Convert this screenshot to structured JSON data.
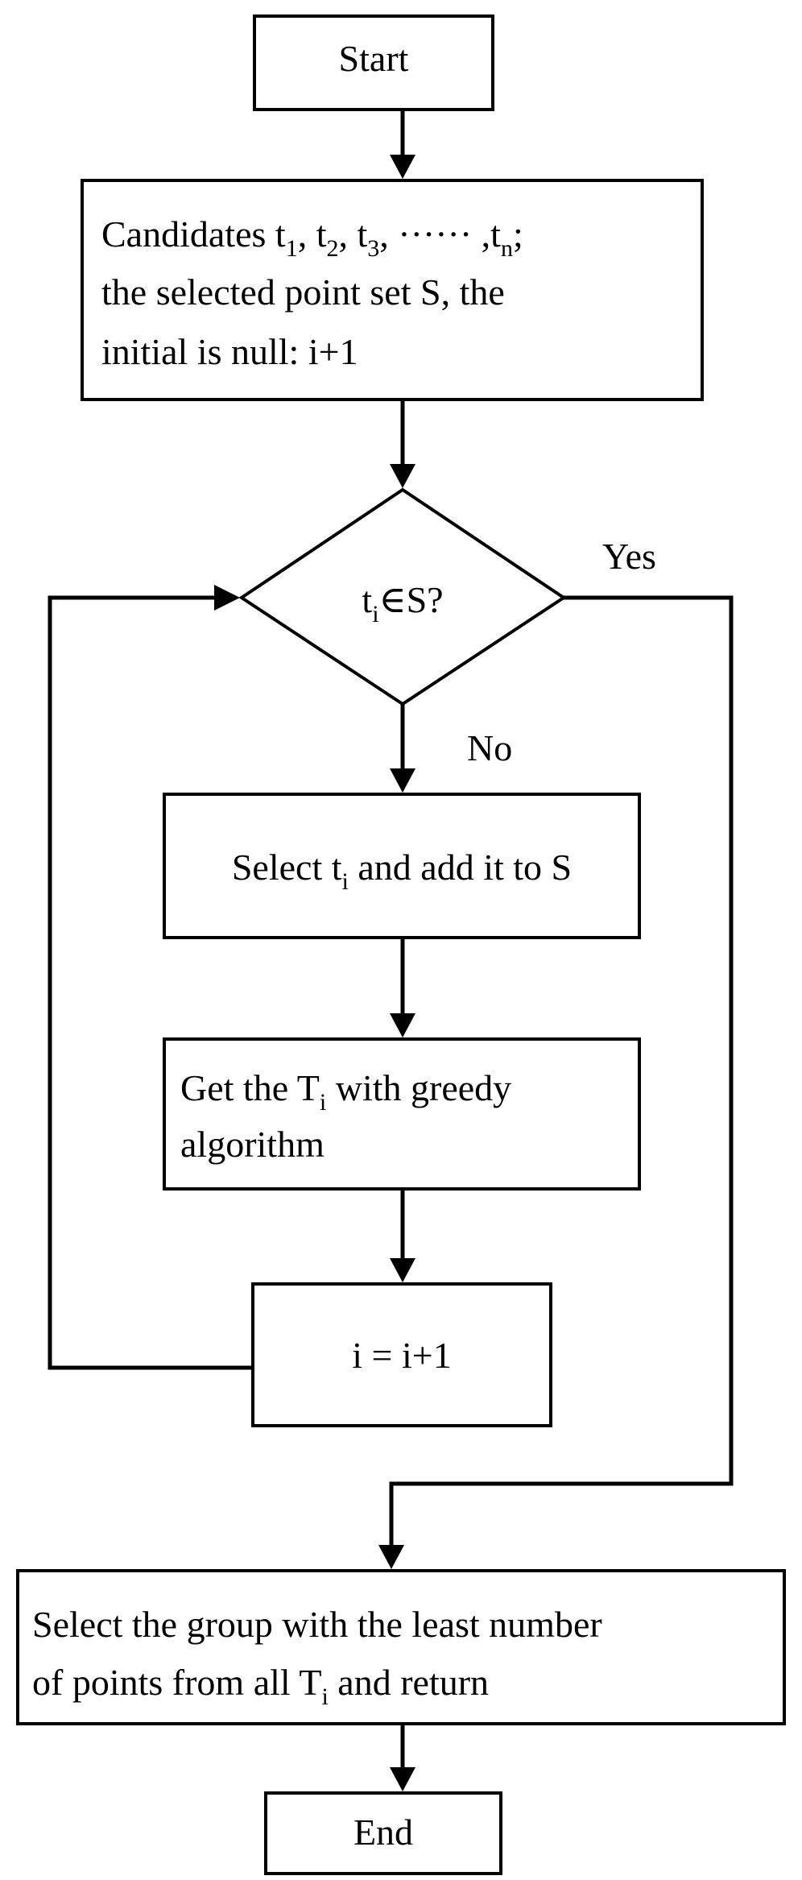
{
  "nodes": {
    "start": {
      "label": "Start"
    },
    "init": {
      "line1": {
        "pre": "Candidates t",
        "s1": "1",
        "m1": ", t",
        "s2": "2",
        "m2": ", t",
        "s3": "3",
        "m3": ", ······ ,t",
        "s4": "n",
        "post": ";"
      },
      "line2": "the selected point set S, the",
      "line3": "initial is null: i+1"
    },
    "decision": {
      "pre": "t",
      "sub": "i",
      "post": "∈S?"
    },
    "select": {
      "pre": "Select t",
      "sub": "i",
      "post": " and add it to S"
    },
    "greedy": {
      "line1": {
        "pre": "Get the T",
        "sub": "i",
        "post": " with  greedy"
      },
      "line2": "algorithm"
    },
    "increment": {
      "label": "i = i+1"
    },
    "result": {
      "line1": "Select the group with the least number",
      "line2": {
        "pre": "of points from all T",
        "sub": "i",
        "post": " and return"
      }
    },
    "end": {
      "label": "End"
    }
  },
  "edges": {
    "yes_label": "Yes",
    "no_label": "No"
  },
  "colors": {
    "stroke": "#000000",
    "background": "#ffffff"
  }
}
